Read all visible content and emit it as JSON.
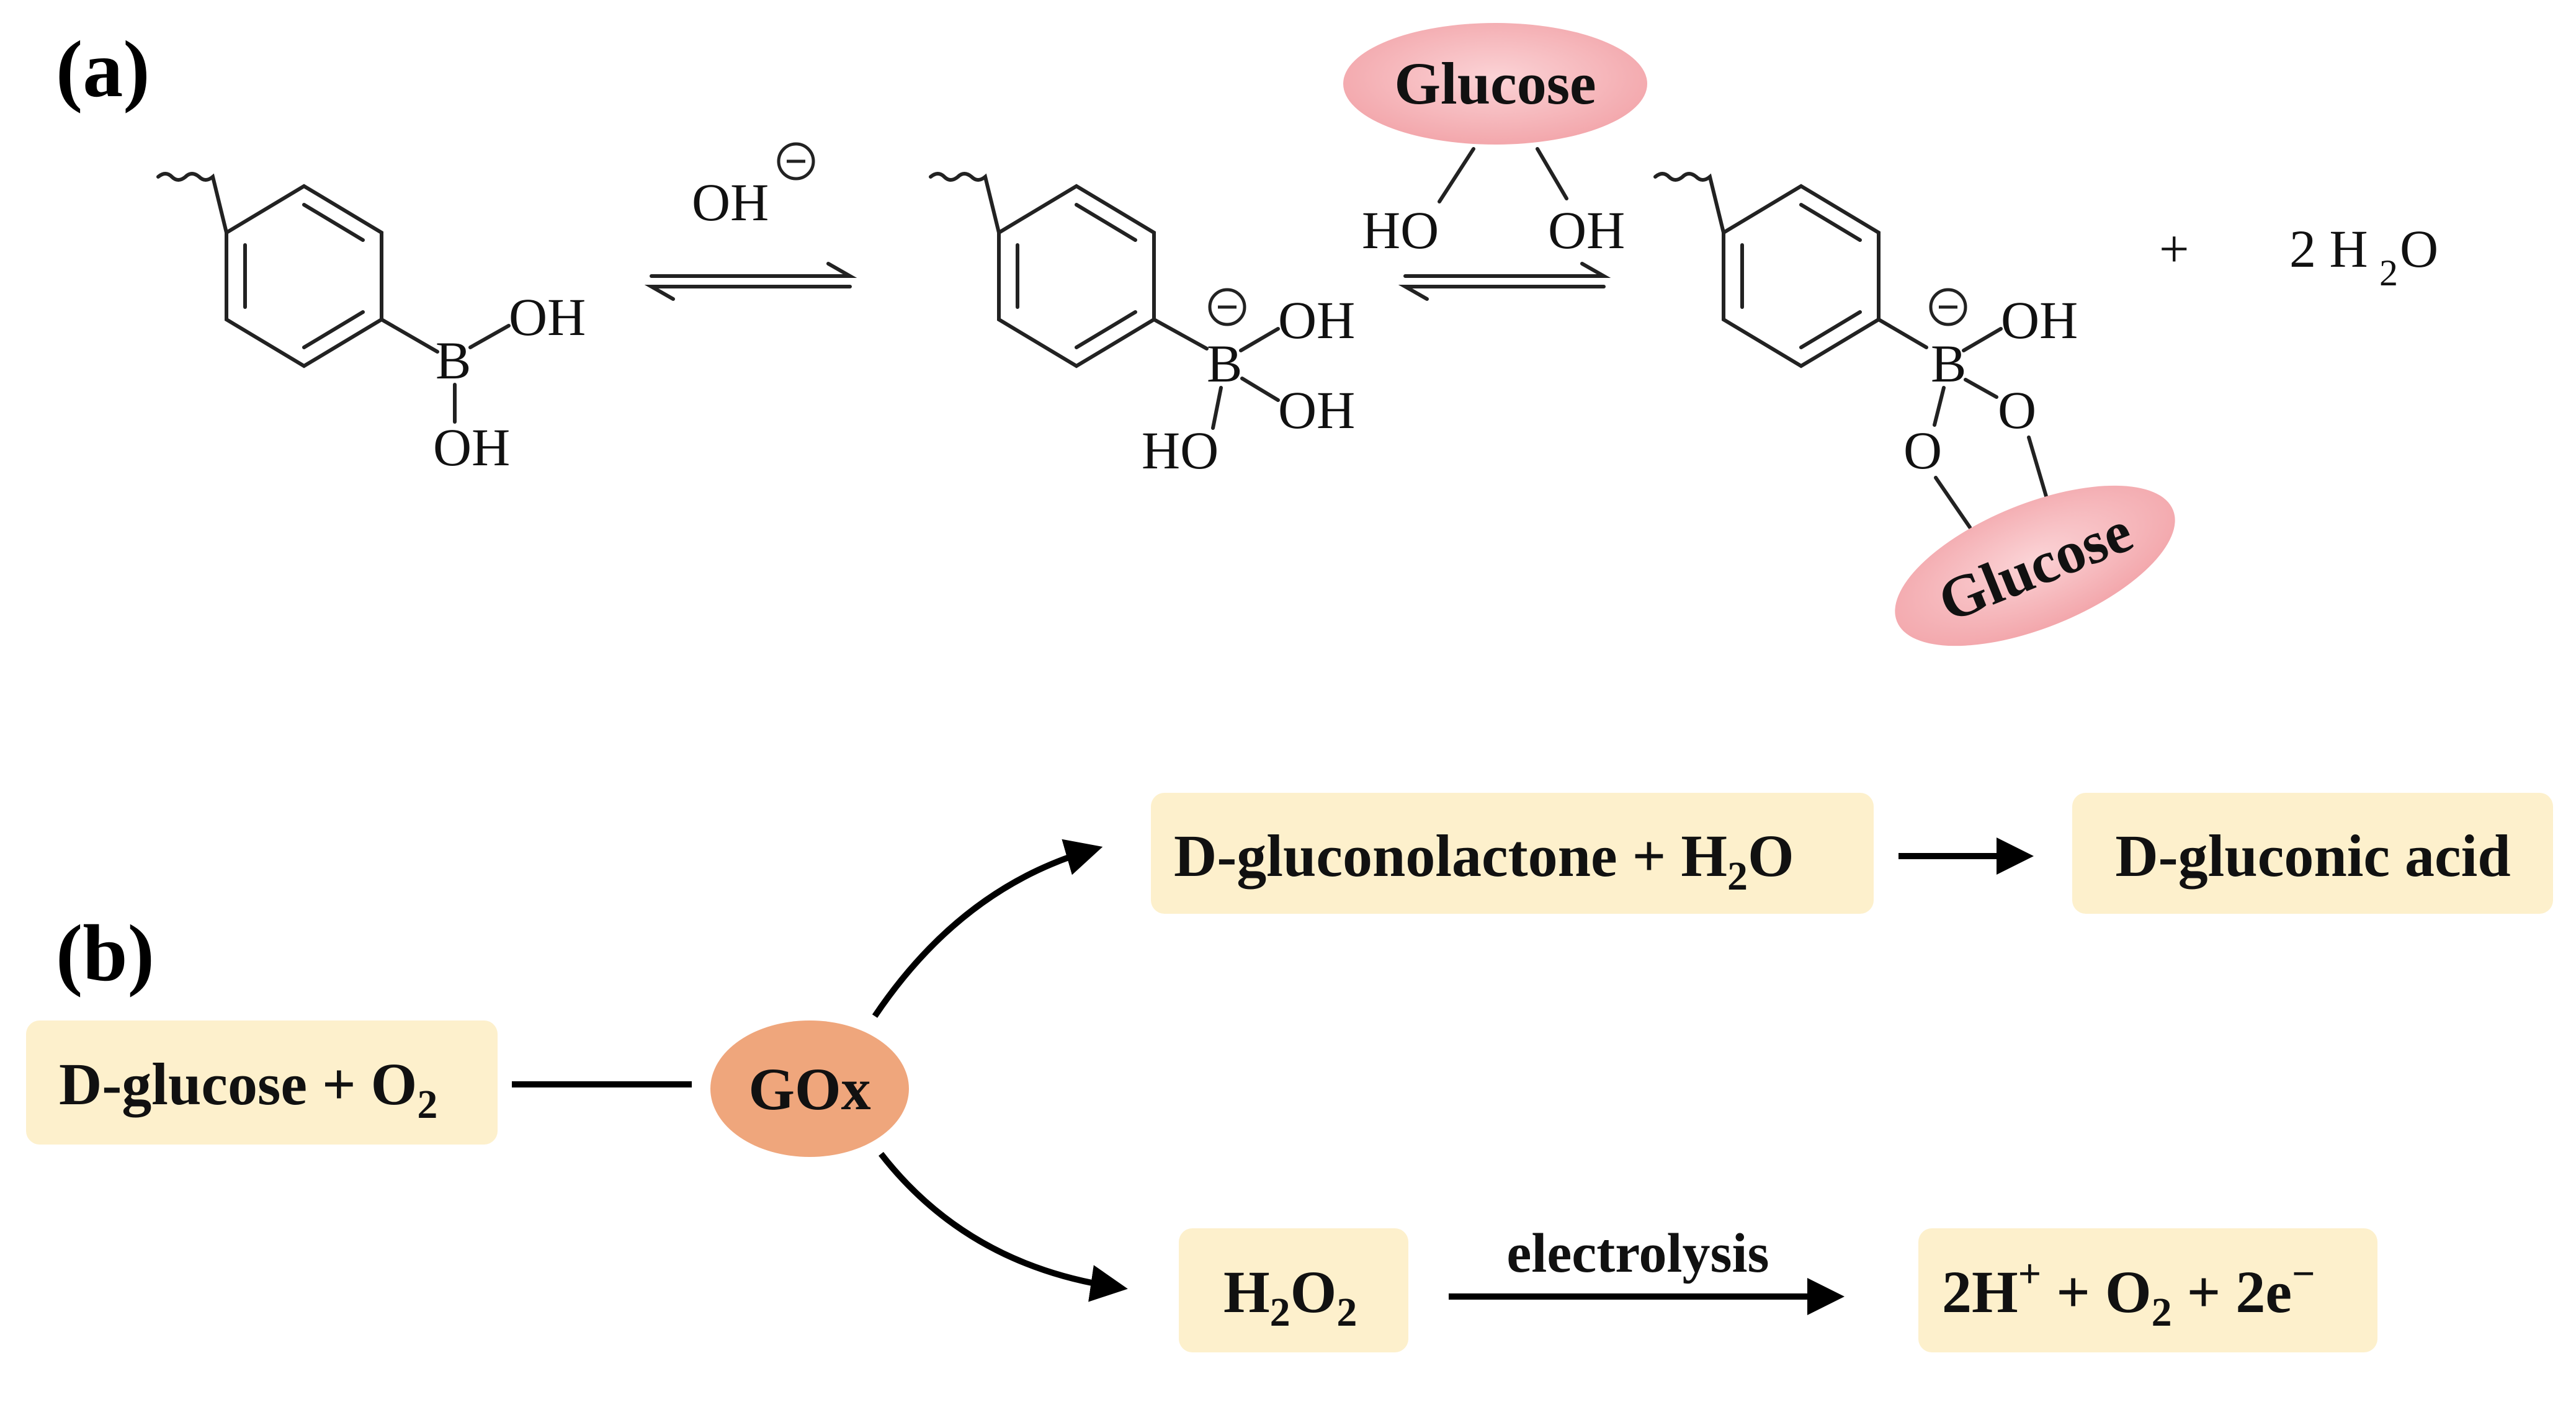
{
  "panels": {
    "a": "(a)",
    "b": "(b)"
  },
  "panel_a": {
    "hydroxide": "OH",
    "charge_symbol": "⊖",
    "boron": "B",
    "oh": "OH",
    "ho": "HO",
    "oxygen": "O",
    "glucose": "Glucose",
    "plus": "+",
    "water_coef": "2 H",
    "water_sub": "2",
    "water_end": "O"
  },
  "panel_b": {
    "start": {
      "main": "D-glucose + O",
      "sub": "2"
    },
    "enzyme": "GOx",
    "upper_box": {
      "pre": "D-gluconolactone + H",
      "sub": "2",
      "post": "O"
    },
    "upper_product": "D-gluconic acid",
    "lower_box": {
      "h": "H",
      "sub1": "2",
      "o": "O",
      "sub2": "2"
    },
    "arrow_label": "electrolysis",
    "lower_product": {
      "pre": "2H",
      "sup": "+",
      "mid": " + O",
      "sub": "2",
      "mid2": " + 2e",
      "sup2": "−"
    }
  },
  "colors": {
    "box_fill": "#FDF0CC",
    "glucose_fill": "#F6B1B5",
    "gox_fill": "#EFA67C",
    "arrow": "#000000"
  }
}
